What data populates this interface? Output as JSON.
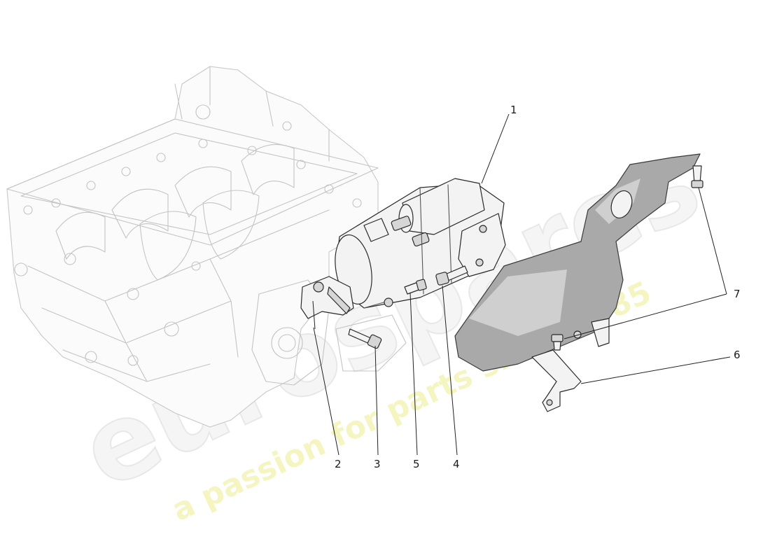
{
  "callouts": [
    {
      "id": "1",
      "label": "1"
    },
    {
      "id": "2",
      "label": "2"
    },
    {
      "id": "3",
      "label": "3"
    },
    {
      "id": "4",
      "label": "4"
    },
    {
      "id": "5",
      "label": "5"
    },
    {
      "id": "6",
      "label": "6"
    },
    {
      "id": "7",
      "label": "7"
    }
  ],
  "watermark": {
    "brand": "eurospares",
    "tagline": "a passion for parts since 1985",
    "brand_color": "#e6e6e6",
    "tagline_color": "#f2f2a0"
  },
  "colors": {
    "line": "#222222",
    "ghost_line": "#c4c4c4",
    "shield_fill": "#a9a9a9"
  }
}
